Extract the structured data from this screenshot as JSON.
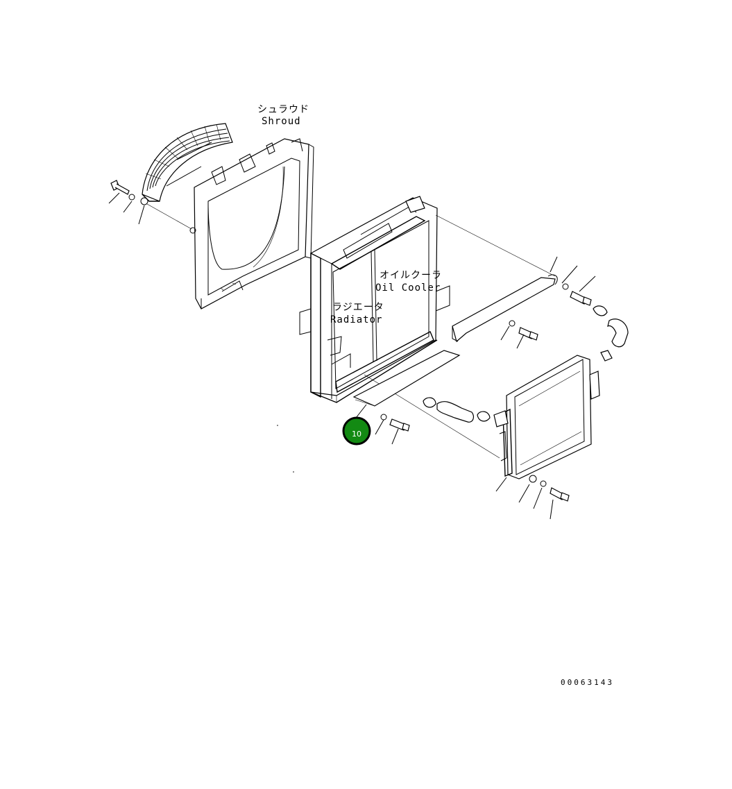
{
  "labels": {
    "shroud_jp": "シュラウド",
    "shroud_en": "Shroud",
    "oil_cooler_jp": "オイルクーラ",
    "oil_cooler_en": "Oil Cooler",
    "radiator_jp": "ラジエータ",
    "radiator_en": "Radiator"
  },
  "callout": {
    "number": "10",
    "color": "#138a13"
  },
  "drawing_code": "00063143"
}
